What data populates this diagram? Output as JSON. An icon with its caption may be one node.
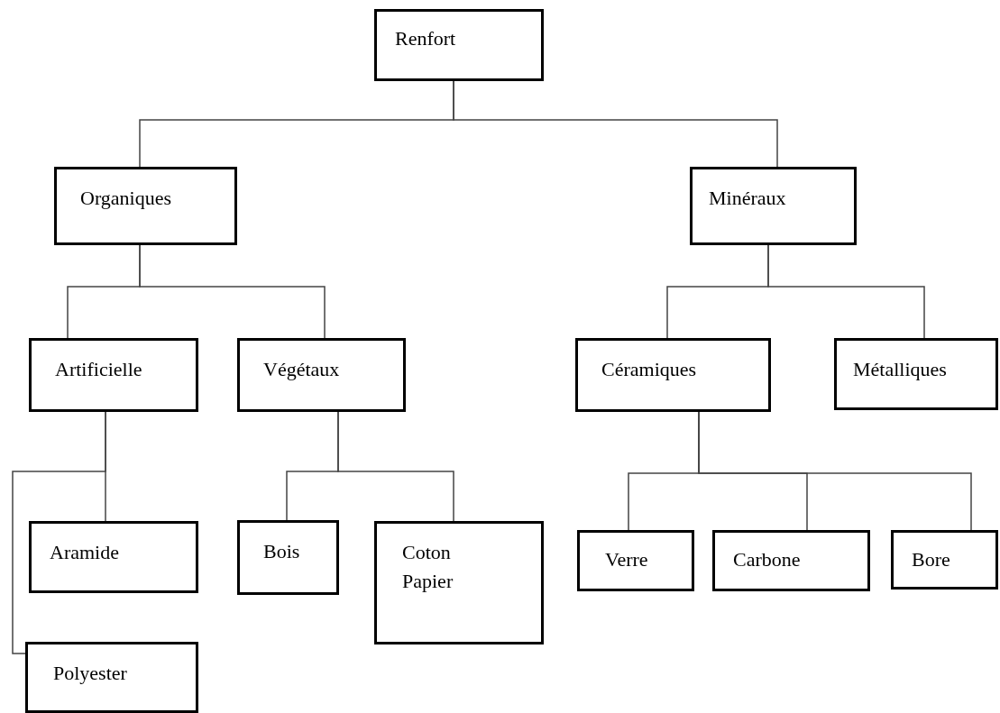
{
  "diagram": {
    "nodes": [
      {
        "text": [
          "Renfort"
        ]
      },
      {
        "text": [
          "Organiques"
        ]
      },
      {
        "text": [
          "Minéraux"
        ]
      },
      {
        "text": [
          "Artificielle"
        ]
      },
      {
        "text": [
          "Végétaux"
        ]
      },
      {
        "text": [
          "Céramiques"
        ]
      },
      {
        "text": [
          "Métalliques"
        ]
      },
      {
        "text": [
          "Aramide"
        ]
      },
      {
        "text": [
          "Polyester"
        ]
      },
      {
        "text": [
          "Bois"
        ]
      },
      {
        "text": [
          "Coton Papier"
        ]
      },
      {
        "text": [
          "Verre"
        ]
      },
      {
        "text": [
          "Carbone"
        ]
      },
      {
        "text": [
          "Bore"
        ]
      }
    ],
    "edges": [
      {
        "from": 0,
        "to": 1,
        "arrow": "none"
      },
      {
        "from": 0,
        "to": 2,
        "arrow": "none"
      },
      {
        "from": 1,
        "to": 3,
        "arrow": "none"
      },
      {
        "from": 1,
        "to": 4,
        "arrow": "none"
      },
      {
        "from": 2,
        "to": 5,
        "arrow": "none"
      },
      {
        "from": 2,
        "to": 6,
        "arrow": "none"
      },
      {
        "from": 3,
        "to": 7,
        "arrow": "none"
      },
      {
        "from": 3,
        "to": 8,
        "arrow": "none"
      },
      {
        "from": 4,
        "to": 9,
        "arrow": "none"
      },
      {
        "from": 4,
        "to": 10,
        "arrow": "none"
      },
      {
        "from": 5,
        "to": 11,
        "arrow": "none"
      },
      {
        "from": 5,
        "to": 12,
        "arrow": "none"
      },
      {
        "from": 5,
        "to": 13,
        "arrow": "none"
      }
    ]
  }
}
